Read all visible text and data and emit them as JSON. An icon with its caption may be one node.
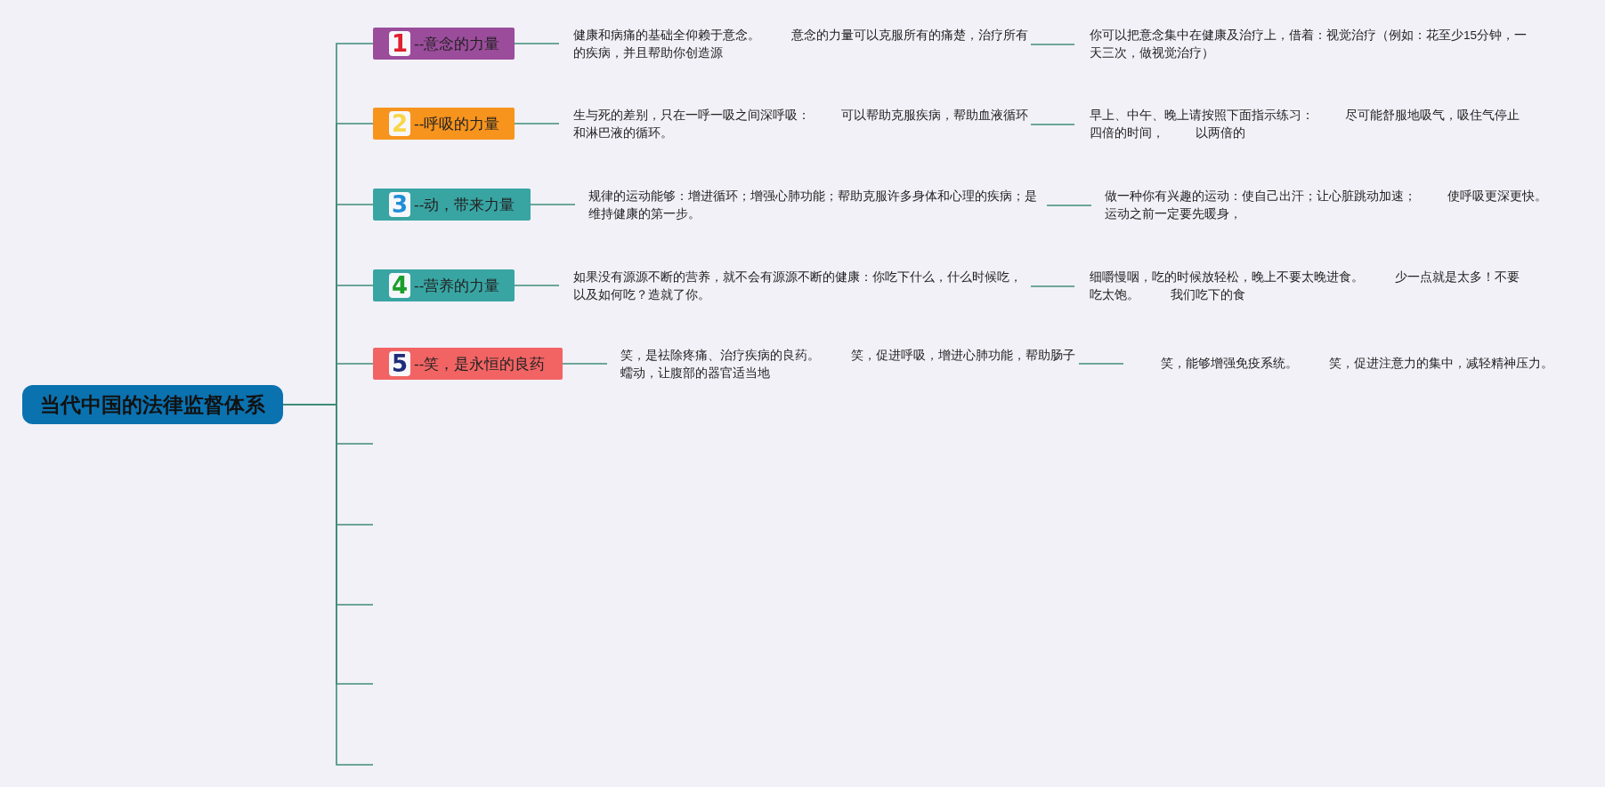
{
  "diagram": {
    "nodes": [
      {
        "text": [
          "当代中国的法律监督体系"
        ]
      },
      {
        "text": [
          "1",
          "--意念的力量"
        ]
      },
      {
        "text": [
          "2",
          "--呼吸的力量"
        ]
      },
      {
        "text": [
          "3",
          "--动，带来力量"
        ]
      },
      {
        "text": [
          "4",
          "--营养的力量"
        ]
      },
      {
        "text": [
          "5",
          "--笑，是永恒的良药"
        ]
      },
      {
        "text": [
          "健康和病痛的基础全仰赖于意念。 意念的力量可以克服所有的痛楚，治疗所有的疾病，并且帮助你创造源"
        ]
      },
      {
        "text": [
          "生与死的差别，只在一呼一吸之间深呼吸： 可以帮助克服疾病，帮助血液循环和淋巴液的循环。"
        ]
      },
      {
        "text": [
          "规律的运动能够：增进循环；增强心肺功能；帮助克服许多身体和心理的疾病；是维持健康的第一步。"
        ]
      },
      {
        "text": [
          "如果没有源源不断的营养，就不会有源源不断的健康：你吃下什么，什么时候吃，以及如何吃？造就了你。"
        ]
      },
      {
        "text": [
          "笑，是祛除疼痛、治疗疾病的良药。 笑，促进呼吸，增进心肺功能，帮助肠子蠕动，让腹部的器官适当地"
        ]
      },
      {
        "text": [
          "你可以把意念集中在健康及治疗上，借着：视觉治疗（例如：花至少15分钟，一天三次，做视觉治疗）"
        ]
      },
      {
        "text": [
          "早上、中午、晚上请按照下面指示练习： 尽可能舒服地吸气，吸住气停止四倍的时间， 以两倍的"
        ]
      },
      {
        "text": [
          "做一种你有兴趣的运动：使自己出汗；让心脏跳动加速； 使呼吸更深更快。运动之前一定要先暖身，"
        ]
      },
      {
        "text": [
          "细嚼慢咽，吃的时候放轻松，晚上不要太晚进食。 少一点就是太多！不要吃太饱。 我们吃下的食"
        ]
      },
      {
        "text": [
          "笑，能够增强免疫系统。 笑，促进注意力的集中，减轻精神压力。"
        ]
      }
    ],
    "edges": [
      {
        "from": 0,
        "to": 1,
        "arrow": "none"
      },
      {
        "from": 0,
        "to": 2,
        "arrow": "none"
      },
      {
        "from": 0,
        "to": 3,
        "arrow": "none"
      },
      {
        "from": 0,
        "to": 4,
        "arrow": "none"
      },
      {
        "from": 0,
        "to": 5,
        "arrow": "none"
      },
      {
        "from": 1,
        "to": 6,
        "arrow": "none"
      },
      {
        "from": 2,
        "to": 7,
        "arrow": "none"
      },
      {
        "from": 3,
        "to": 8,
        "arrow": "none"
      },
      {
        "from": 4,
        "to": 9,
        "arrow": "none"
      },
      {
        "from": 5,
        "to": 10,
        "arrow": "none"
      },
      {
        "from": 6,
        "to": 11,
        "arrow": "none"
      },
      {
        "from": 7,
        "to": 12,
        "arrow": "none"
      },
      {
        "from": 8,
        "to": 13,
        "arrow": "none"
      },
      {
        "from": 9,
        "to": 14,
        "arrow": "none"
      },
      {
        "from": 10,
        "to": 15,
        "arrow": "none"
      },
      {
        "from": 0,
        "to": null,
        "arrow": "none"
      },
      {
        "from": 0,
        "to": null,
        "arrow": "none"
      },
      {
        "from": 0,
        "to": null,
        "arrow": "none"
      },
      {
        "from": 0,
        "to": null,
        "arrow": "none"
      },
      {
        "from": 0,
        "to": null,
        "arrow": "none"
      }
    ]
  }
}
